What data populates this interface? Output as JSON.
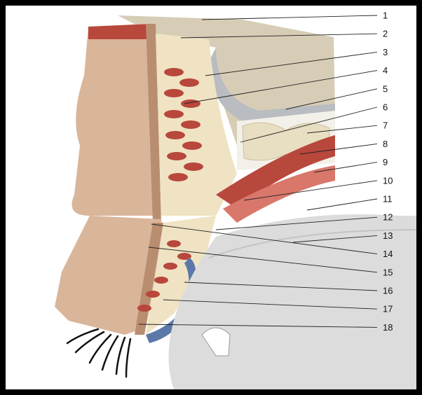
{
  "labels": [
    "1",
    "2",
    "3",
    "4",
    "5",
    "6",
    "7",
    "8",
    "9",
    "10",
    "11",
    "12",
    "13",
    "14",
    "15",
    "16",
    "17",
    "18"
  ],
  "colors": {
    "frame": "#000000",
    "background": "#ffffff",
    "skin": "#d9b59a",
    "skin_dark": "#b98d6f",
    "fat": "#efe3c3",
    "muscle": "#b8473c",
    "muscle_light": "#d9776b",
    "bone": "#d7cdb6",
    "bone_cortex": "#c7c9cc",
    "orbital_fat": "#f2f0e8",
    "conjunctiva": "#5b78a8",
    "sclera": "#dcdcdc",
    "lashes": "#111111"
  }
}
